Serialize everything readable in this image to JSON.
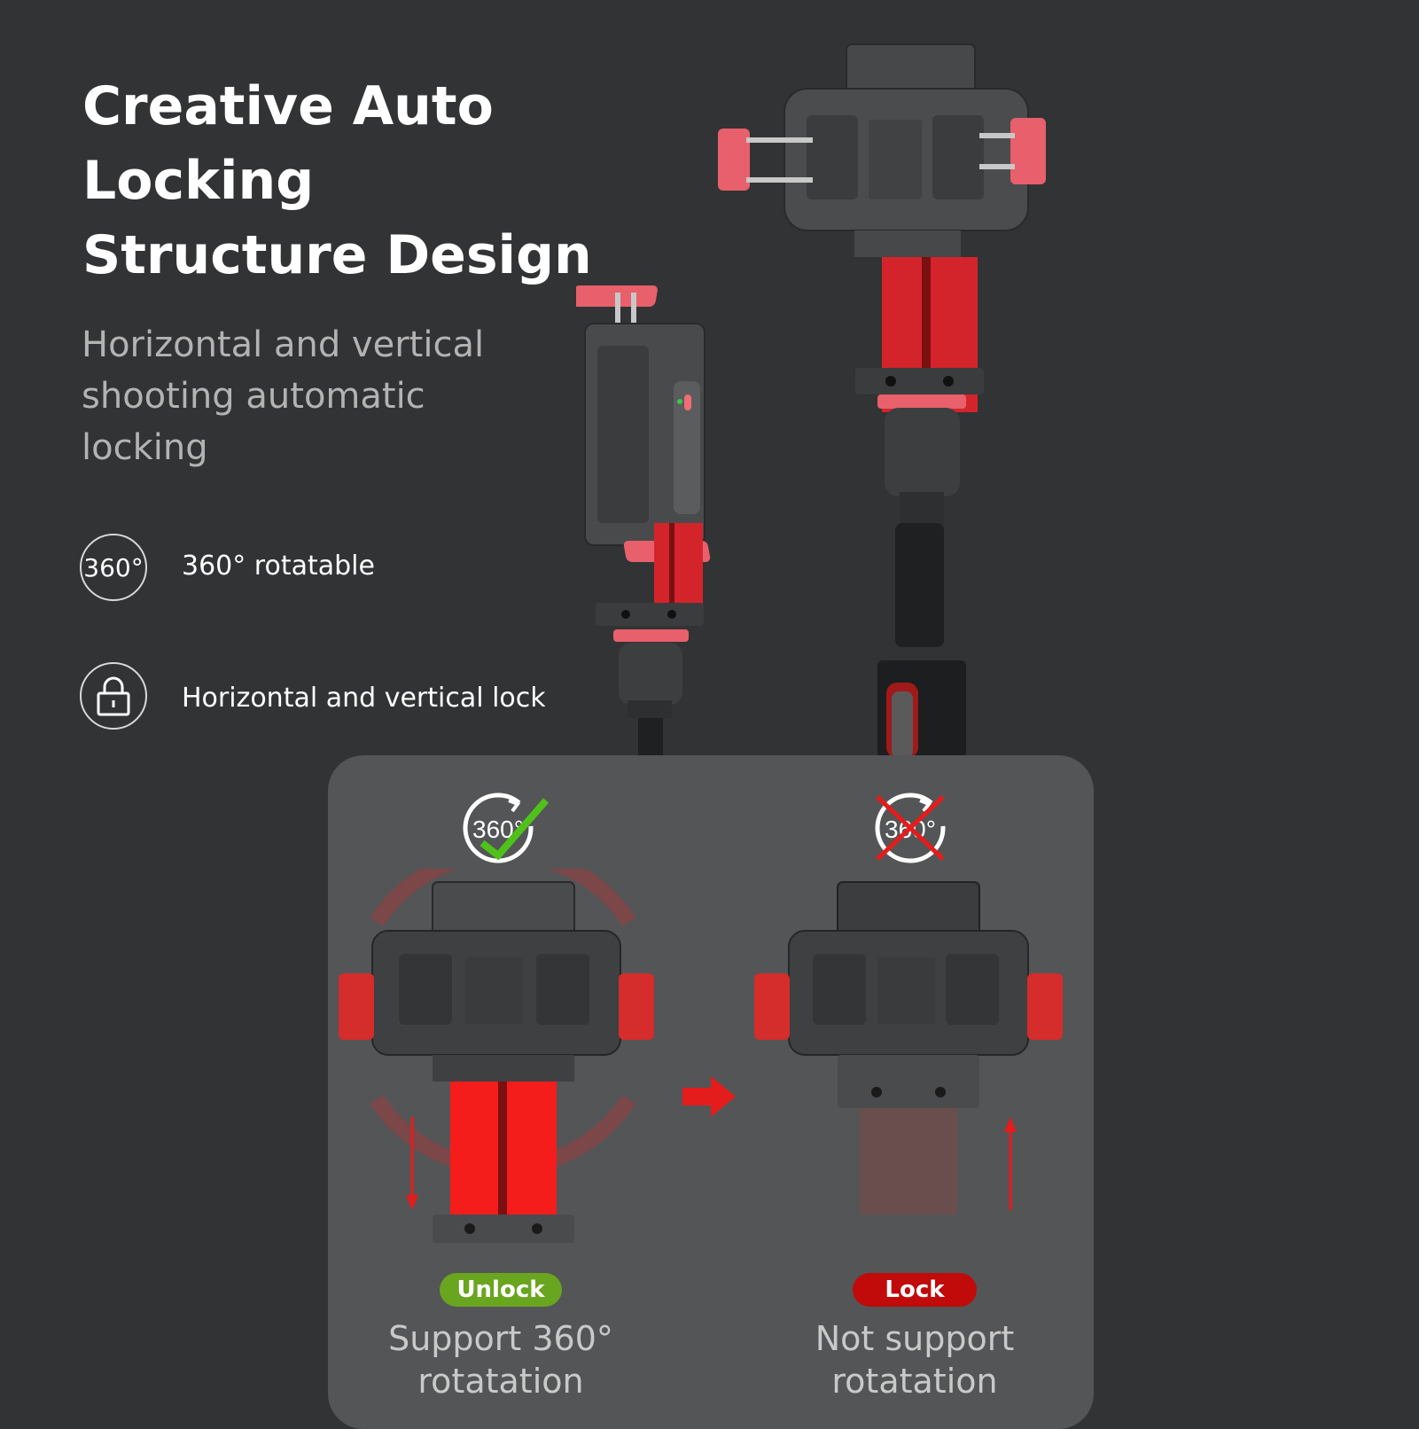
{
  "heading": {
    "lines": [
      "Creative Auto",
      "Locking",
      "Structure Design"
    ]
  },
  "subheading": {
    "lines": [
      "Horizontal and vertical",
      "shooting automatic",
      "locking"
    ]
  },
  "features": [
    {
      "icon_text": "360°",
      "icon": "rotate-360-icon",
      "label": "360° rotatable"
    },
    {
      "icon": "padlock-icon",
      "label": "Horizontal and vertical lock"
    }
  ],
  "comparison": {
    "left": {
      "icon_text": "360°",
      "status": "Unlock",
      "status_color": "#6aa51f",
      "caption_lines": [
        "Support 360°",
        "rotatation"
      ]
    },
    "right": {
      "icon_text": "360°",
      "status": "Lock",
      "status_color": "#c10a0a",
      "caption_lines": [
        "Not support",
        "rotatation"
      ]
    }
  },
  "colors": {
    "background": "#323334",
    "panel": "#545556",
    "accent_red": "#e51c1c"
  }
}
